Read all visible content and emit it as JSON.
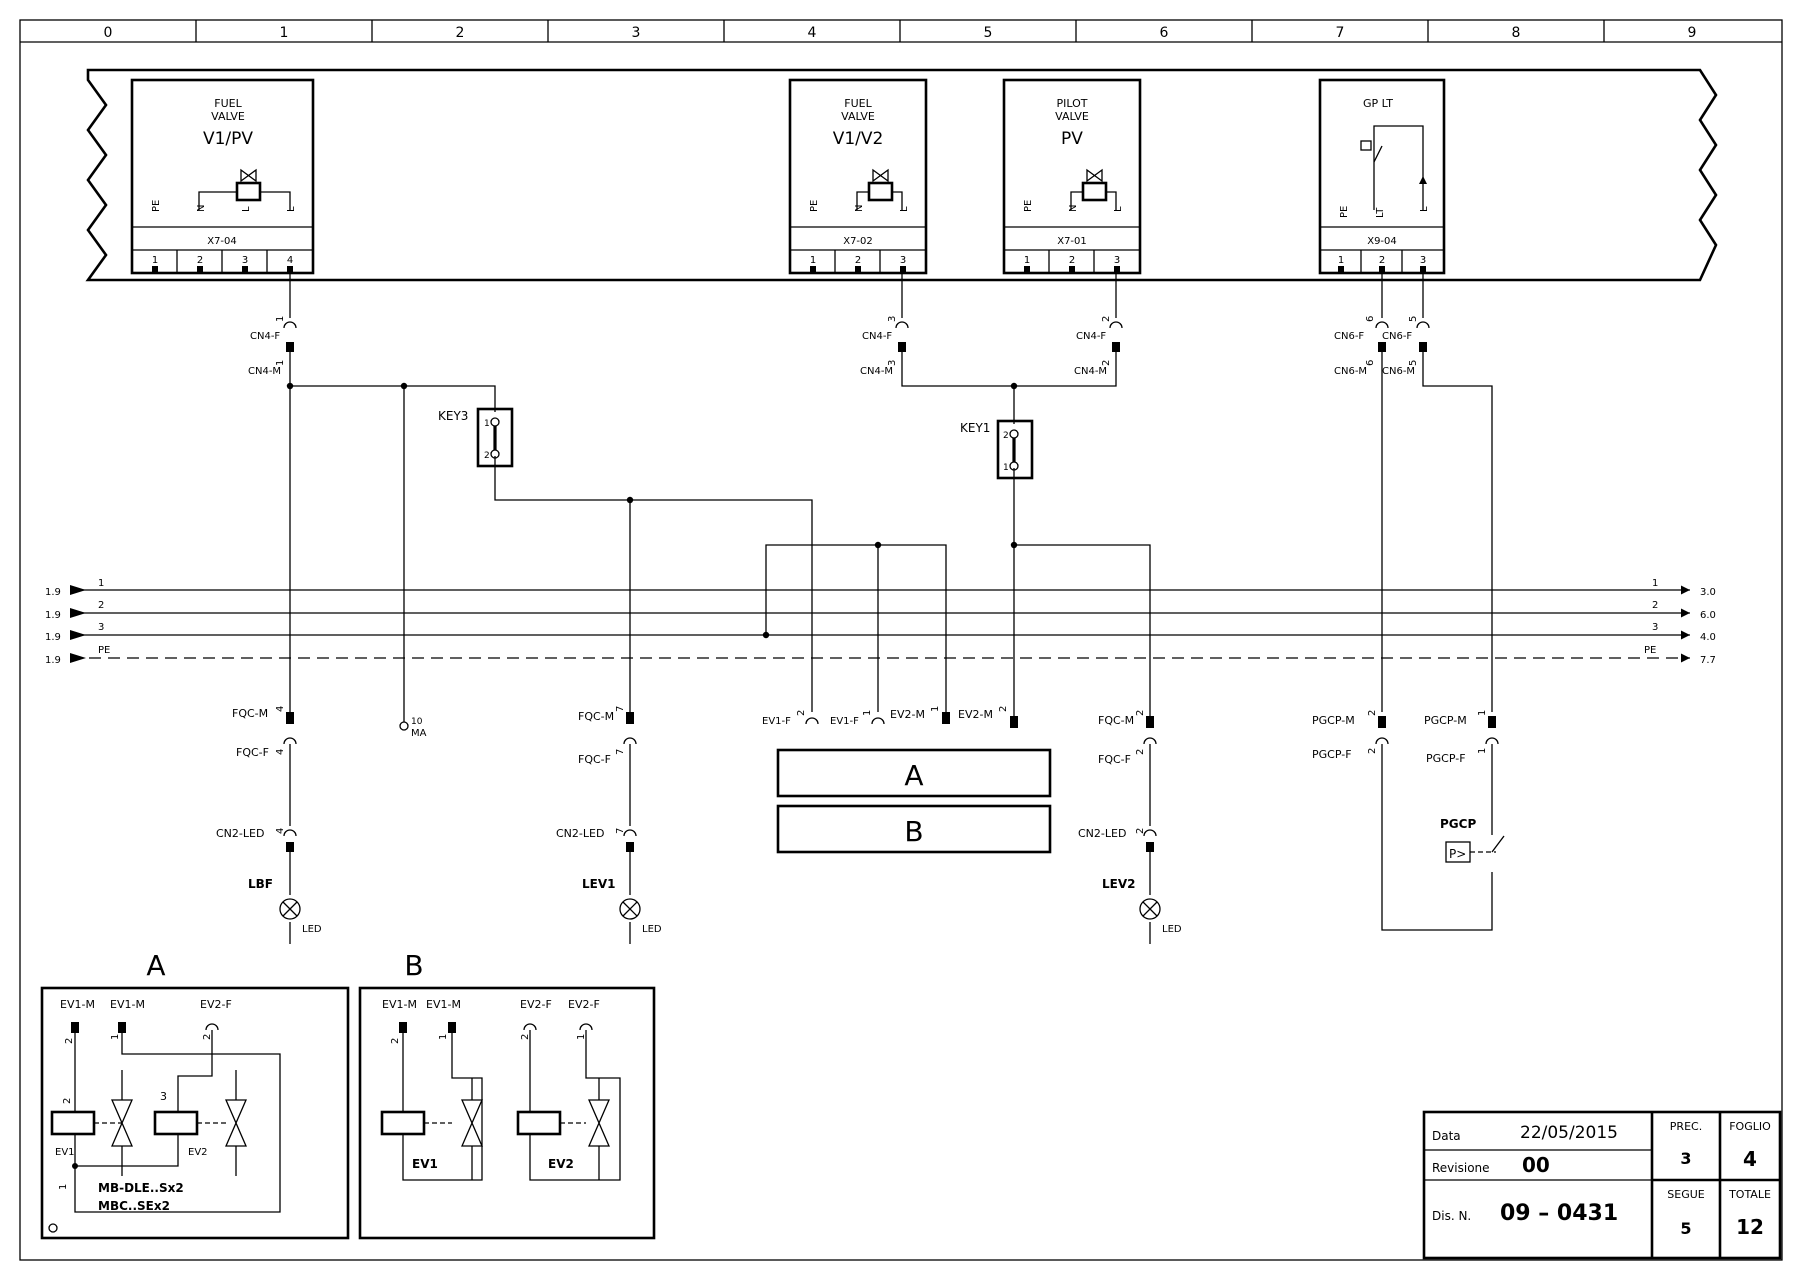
{
  "grid_columns": [
    "0",
    "1",
    "2",
    "3",
    "4",
    "5",
    "6",
    "7",
    "8",
    "9"
  ],
  "devices": [
    {
      "title_lines": [
        "FUEL",
        "VALVE"
      ],
      "subtitle": "V1/PV",
      "pins": [
        "PE",
        "N",
        "L",
        "L"
      ],
      "connector": "X7-04",
      "terminals": [
        "1",
        "2",
        "3",
        "4"
      ]
    },
    {
      "title_lines": [
        "FUEL",
        "VALVE"
      ],
      "subtitle": "V1/V2",
      "pins": [
        "PE",
        "N",
        "L"
      ],
      "connector": "X7-02",
      "terminals": [
        "1",
        "2",
        "3"
      ]
    },
    {
      "title_lines": [
        "PILOT",
        "VALVE"
      ],
      "subtitle": "PV",
      "pins": [
        "PE",
        "N",
        "L"
      ],
      "connector": "X7-01",
      "terminals": [
        "1",
        "2",
        "3"
      ]
    },
    {
      "title_lines": [
        "GP LT"
      ],
      "subtitle": "",
      "pins": [
        "PE",
        "LT",
        "L"
      ],
      "connector": "X9-04",
      "terminals": [
        "1",
        "2",
        "3"
      ]
    }
  ],
  "buses": [
    {
      "from": "1.9",
      "label": "1",
      "to": "3.0"
    },
    {
      "from": "1.9",
      "label": "2",
      "to": "6.0"
    },
    {
      "from": "1.9",
      "label": "3",
      "to": "4.0"
    },
    {
      "from": "1.9",
      "label": "PE",
      "to": "7.7"
    }
  ],
  "connectors": {
    "cn4f": "CN4-F",
    "cn4m": "CN4-M",
    "cn6f": "CN6-F",
    "cn6m": "CN6-M",
    "fqcm": "FQC-M",
    "fqcf": "FQC-F",
    "cn2led": "CN2-LED",
    "pgcpm": "PGCP-M",
    "pgcpf": "PGCP-F",
    "ev1f": "EV1-F",
    "ev2m": "EV2-M",
    "ev1m": "EV1-M",
    "ev2f": "EV2-F"
  },
  "keys": {
    "key3": "KEY3",
    "key1": "KEY1"
  },
  "ma_label": "MA",
  "lamps": {
    "lbf": "LBF",
    "lev1": "LEV1",
    "lev2": "LEV2",
    "led": "LED"
  },
  "pgcp": {
    "label": "PGCP",
    "symbol": "P>"
  },
  "ref_boxes": [
    "A",
    "B"
  ],
  "detail_a": {
    "title": "A",
    "ev1": "EV1",
    "ev2": "EV2",
    "model_lines": [
      "MB-DLE..Sx2",
      "MBC..SEx2"
    ]
  },
  "detail_b": {
    "title": "B",
    "ev1": "EV1",
    "ev2": "EV2"
  },
  "title_block": {
    "data_label": "Data",
    "data_value": "22/05/2015",
    "rev_label": "Revisione",
    "rev_value": "00",
    "dis_label": "Dis. N.",
    "dis_value": "09 – 0431",
    "prec_label": "PREC.",
    "prec_value": "3",
    "segue_label": "SEGUE",
    "segue_value": "5",
    "foglio_label": "FOGLIO",
    "foglio_value": "4",
    "totale_label": "TOTALE",
    "totale_value": "12"
  }
}
